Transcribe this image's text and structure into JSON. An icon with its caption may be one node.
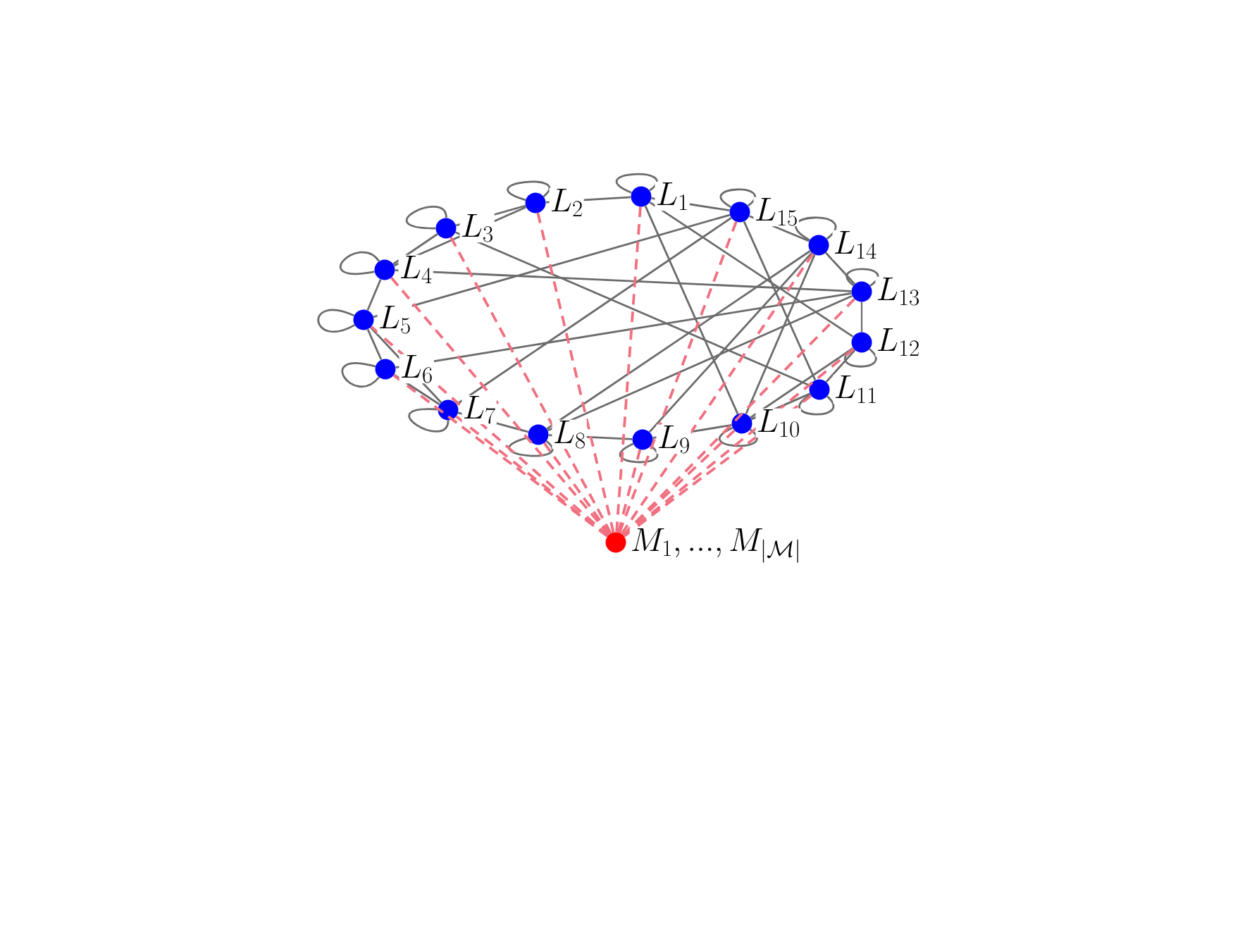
{
  "diagram": {
    "nodes": [
      {
        "text": [
          "L_{1}"
        ]
      },
      {
        "text": [
          "L_{2}"
        ]
      },
      {
        "text": [
          "L_{3}"
        ]
      },
      {
        "text": [
          "L_{4}"
        ]
      },
      {
        "text": [
          "L_{5}"
        ]
      },
      {
        "text": [
          "L_{6}"
        ]
      },
      {
        "text": [
          "L_{7}"
        ]
      },
      {
        "text": [
          "L_{8}"
        ]
      },
      {
        "text": [
          "L_{9}"
        ]
      },
      {
        "text": [
          "L_{10}"
        ]
      },
      {
        "text": [
          "L_{11}"
        ]
      },
      {
        "text": [
          "L_{12}"
        ]
      },
      {
        "text": [
          "L_{13}"
        ]
      },
      {
        "text": [
          "L_{14}"
        ]
      },
      {
        "text": [
          "L_{15}"
        ]
      },
      {
        "text": [
          "M_{1}, ..., M_{|\\mathcal{M}|}"
        ]
      }
    ],
    "edges": [
      {
        "from": 0,
        "to": 1,
        "arrow": "none"
      },
      {
        "from": 1,
        "to": 2,
        "arrow": "none"
      },
      {
        "from": 1,
        "to": 3,
        "arrow": "none"
      },
      {
        "from": 2,
        "to": 3,
        "arrow": "none"
      },
      {
        "from": 3,
        "to": 4,
        "arrow": "none"
      },
      {
        "from": 4,
        "to": 5,
        "arrow": "none"
      },
      {
        "from": 4,
        "to": 6,
        "arrow": "none"
      },
      {
        "from": 5,
        "to": 6,
        "arrow": "none"
      },
      {
        "from": 6,
        "to": 7,
        "arrow": "none"
      },
      {
        "from": 7,
        "to": 8,
        "arrow": "none"
      },
      {
        "from": 8,
        "to": 9,
        "arrow": "none"
      },
      {
        "from": 9,
        "to": 10,
        "arrow": "none"
      },
      {
        "from": 9,
        "to": 11,
        "arrow": "none"
      },
      {
        "from": 10,
        "to": 11,
        "arrow": "none"
      },
      {
        "from": 11,
        "to": 12,
        "arrow": "none"
      },
      {
        "from": 12,
        "to": 13,
        "arrow": "none"
      },
      {
        "from": 13,
        "to": 14,
        "arrow": "none"
      },
      {
        "from": 14,
        "to": 0,
        "arrow": "none"
      },
      {
        "from": 0,
        "to": 9,
        "arrow": "none"
      },
      {
        "from": 0,
        "to": 11,
        "arrow": "none"
      },
      {
        "from": 2,
        "to": 10,
        "arrow": "none"
      },
      {
        "from": 3,
        "to": 12,
        "arrow": "none"
      },
      {
        "from": 4,
        "to": 14,
        "arrow": "none"
      },
      {
        "from": 5,
        "to": 12,
        "arrow": "none"
      },
      {
        "from": 6,
        "to": 14,
        "arrow": "none"
      },
      {
        "from": 7,
        "to": 13,
        "arrow": "none"
      },
      {
        "from": 7,
        "to": 12,
        "arrow": "none"
      },
      {
        "from": 8,
        "to": 13,
        "arrow": "none"
      },
      {
        "from": 9,
        "to": 13,
        "arrow": "none"
      },
      {
        "from": 10,
        "to": 14,
        "arrow": "none"
      },
      {
        "from": 0,
        "to": 0,
        "arrow": "none"
      },
      {
        "from": 1,
        "to": 1,
        "arrow": "none"
      },
      {
        "from": 2,
        "to": 2,
        "arrow": "none"
      },
      {
        "from": 3,
        "to": 3,
        "arrow": "none"
      },
      {
        "from": 4,
        "to": 4,
        "arrow": "none"
      },
      {
        "from": 5,
        "to": 5,
        "arrow": "none"
      },
      {
        "from": 6,
        "to": 6,
        "arrow": "none"
      },
      {
        "from": 7,
        "to": 7,
        "arrow": "none"
      },
      {
        "from": 8,
        "to": 8,
        "arrow": "none"
      },
      {
        "from": 9,
        "to": 9,
        "arrow": "none"
      },
      {
        "from": 10,
        "to": 10,
        "arrow": "none"
      },
      {
        "from": 11,
        "to": 11,
        "arrow": "none"
      },
      {
        "from": 12,
        "to": 12,
        "arrow": "none"
      },
      {
        "from": 13,
        "to": 13,
        "arrow": "none"
      },
      {
        "from": 14,
        "to": 14,
        "arrow": "none"
      },
      {
        "from": 15,
        "to": 0,
        "arrow": "none",
        "style": "dashed",
        "color": "#f07080"
      },
      {
        "from": 15,
        "to": 1,
        "arrow": "none",
        "style": "dashed",
        "color": "#f07080"
      },
      {
        "from": 15,
        "to": 2,
        "arrow": "none",
        "style": "dashed",
        "color": "#f07080"
      },
      {
        "from": 15,
        "to": 3,
        "arrow": "none",
        "style": "dashed",
        "color": "#f07080"
      },
      {
        "from": 15,
        "to": 4,
        "arrow": "none",
        "style": "dashed",
        "color": "#f07080"
      },
      {
        "from": 15,
        "to": 5,
        "arrow": "none",
        "style": "dashed",
        "color": "#f07080"
      },
      {
        "from": 15,
        "to": 6,
        "arrow": "none",
        "style": "dashed",
        "color": "#f07080"
      },
      {
        "from": 15,
        "to": 7,
        "arrow": "none",
        "style": "dashed",
        "color": "#f07080"
      },
      {
        "from": 15,
        "to": 8,
        "arrow": "none",
        "style": "dashed",
        "color": "#f07080"
      },
      {
        "from": 15,
        "to": 9,
        "arrow": "none",
        "style": "dashed",
        "color": "#f07080"
      },
      {
        "from": 15,
        "to": 10,
        "arrow": "none",
        "style": "dashed",
        "color": "#f07080"
      },
      {
        "from": 15,
        "to": 11,
        "arrow": "none",
        "style": "dashed",
        "color": "#f07080"
      },
      {
        "from": 15,
        "to": 12,
        "arrow": "none",
        "style": "dashed",
        "color": "#f07080"
      },
      {
        "from": 15,
        "to": 13,
        "arrow": "none",
        "style": "dashed",
        "color": "#f07080"
      },
      {
        "from": 15,
        "to": 14,
        "arrow": "none",
        "style": "dashed",
        "color": "#f07080"
      }
    ]
  }
}
